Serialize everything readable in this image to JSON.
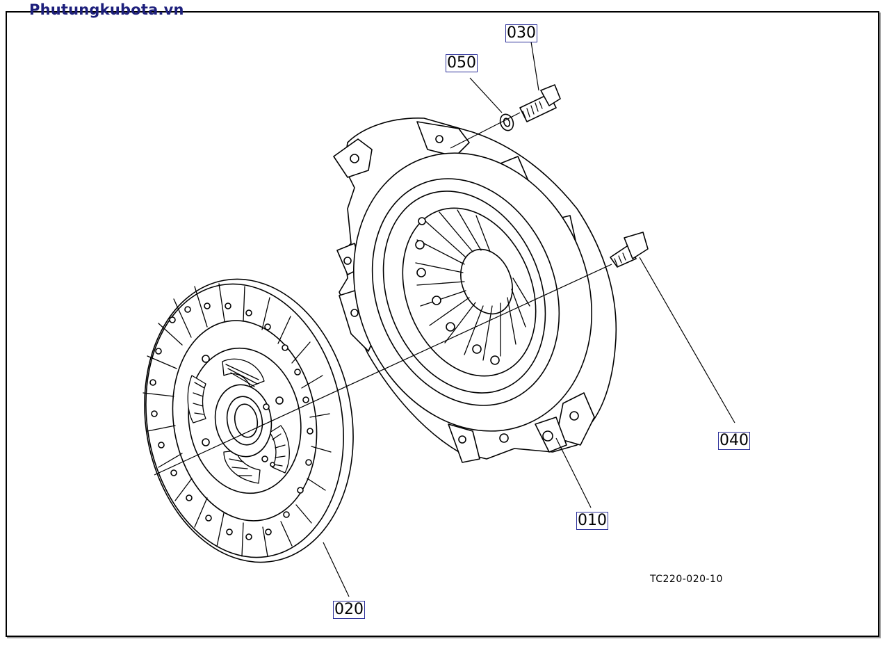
{
  "watermark": "Phutungkubota.vn",
  "drawing_code": "TC220-020-10",
  "labels": {
    "p010": "010",
    "p020": "020",
    "p030": "030",
    "p040": "040",
    "p050": "050"
  },
  "colors": {
    "watermark": "#1d1f7c",
    "label_border": "#2b2f9a",
    "line": "#000000"
  }
}
